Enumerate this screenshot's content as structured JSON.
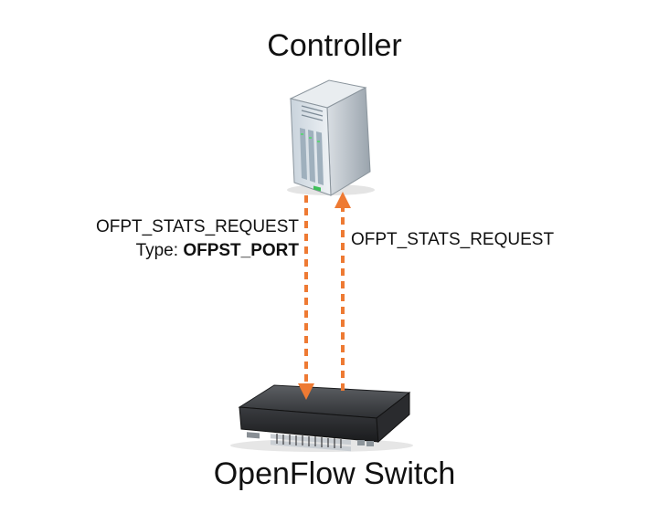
{
  "diagram": {
    "controller_label": "Controller",
    "switch_label": "OpenFlow Switch",
    "request_down": {
      "line1": "OFPT_STATS_REQUEST",
      "type_prefix": "Type: ",
      "type_value": "OFPST_PORT"
    },
    "reply_up": "OFPT_STATS_REQUEST",
    "arrow_color": "#ee7a33",
    "icons": {
      "controller": "server-tower-icon",
      "switch": "network-switch-icon"
    }
  }
}
